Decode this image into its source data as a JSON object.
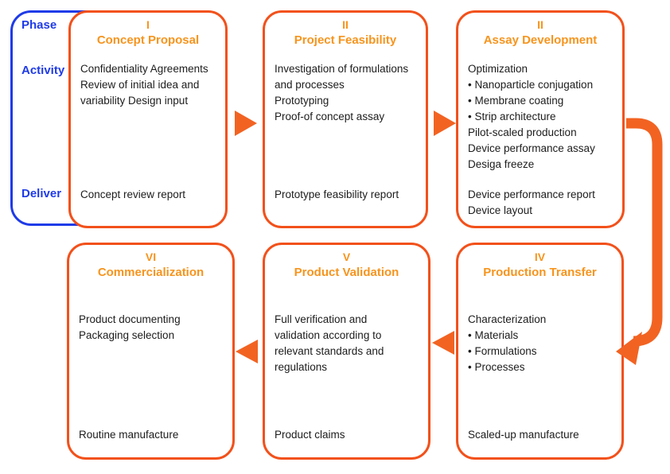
{
  "palette": {
    "border_orange": "#F2511B",
    "arrow_orange": "#F26322",
    "title_orange": "#F7941D",
    "blue": "#1F3BE8",
    "text": "#1C1C1C"
  },
  "legend": {
    "phase_label": "Phase",
    "activity_label": "Activity",
    "deliver_label": "Deliver"
  },
  "stages": [
    {
      "numeral": "I",
      "title": "Concept Proposal",
      "activities": [
        "Confidentiality Agreements",
        "Review of initial idea and",
        "variability Design input"
      ],
      "deliverables": [
        "Concept review report"
      ]
    },
    {
      "numeral": "II",
      "title": "Project Feasibility",
      "activities": [
        "Investigation of formulations",
        "and processes",
        "Prototyping",
        "Proof-of concept assay"
      ],
      "deliverables": [
        "Prototype feasibility report"
      ]
    },
    {
      "numeral": "II",
      "title": "Assay Development",
      "activities": [
        "Optimization",
        "•  Nanoparticle conjugation",
        "•  Membrane coating",
        "•  Strip architecture",
        "Pilot-scaled production",
        "Device performance assay",
        "Desiga freeze"
      ],
      "deliverables": [
        "Device performance report",
        "Device layout"
      ]
    },
    {
      "numeral": "IV",
      "title": "Production Transfer",
      "activities": [
        "Characterization",
        "• Materials",
        "• Formulations",
        "• Processes"
      ],
      "deliverables": [
        "Scaled-up manufacture"
      ]
    },
    {
      "numeral": "V",
      "title": "Product Validation",
      "activities": [
        "Full verification and",
        "validation according to",
        "relevant standards and",
        "regulations"
      ],
      "deliverables": [
        "Product claims"
      ]
    },
    {
      "numeral": "VI",
      "title": "Commercialization",
      "activities": [
        "Product documenting",
        "Packaging selection"
      ],
      "deliverables": [
        "Routine manufacture"
      ]
    }
  ]
}
